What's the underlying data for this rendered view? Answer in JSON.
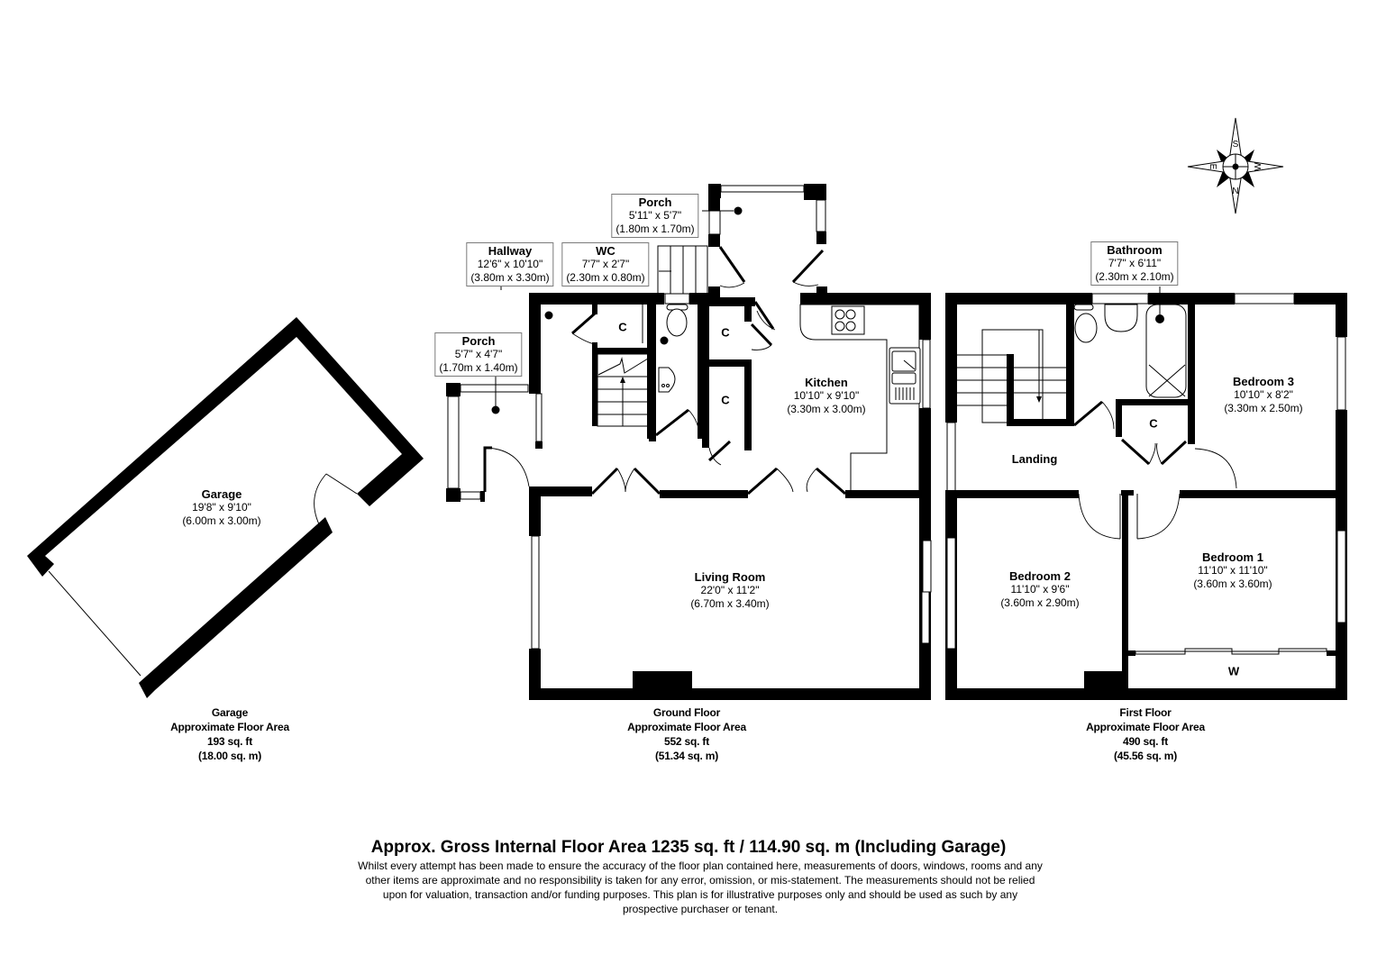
{
  "compass": {
    "north": "N",
    "south": "S",
    "east": "E",
    "west": "W"
  },
  "garage": {
    "room": {
      "name": "Garage",
      "imperial": "19'8\" x 9'10\"",
      "metric": "(6.00m x 3.00m)"
    },
    "area": {
      "title": "Garage",
      "subtitle": "Approximate Floor Area",
      "sqft": "193 sq. ft",
      "sqm": "(18.00 sq. m)"
    }
  },
  "ground_floor": {
    "rooms": {
      "porch_front": {
        "name": "Porch",
        "imperial": "5'11\" x 5'7\"",
        "metric": "(1.80m x 1.70m)"
      },
      "hallway": {
        "name": "Hallway",
        "imperial": "12'6\" x 10'10\"",
        "metric": "(3.80m x 3.30m)"
      },
      "wc": {
        "name": "WC",
        "imperial": "7'7\" x 2'7\"",
        "metric": "(2.30m x 0.80m)"
      },
      "porch_side": {
        "name": "Porch",
        "imperial": "5'7\" x 4'7\"",
        "metric": "(1.70m x 1.40m)"
      },
      "kitchen": {
        "name": "Kitchen",
        "imperial": "10'10\" x 9'10\"",
        "metric": "(3.30m x 3.00m)"
      },
      "living_room": {
        "name": "Living Room",
        "imperial": "22'0\" x 11'2\"",
        "metric": "(6.70m x 3.40m)"
      }
    },
    "cupboards": [
      "C",
      "C",
      "C"
    ],
    "area": {
      "title": "Ground Floor",
      "subtitle": "Approximate Floor Area",
      "sqft": "552 sq. ft",
      "sqm": "(51.34 sq. m)"
    }
  },
  "first_floor": {
    "rooms": {
      "bathroom": {
        "name": "Bathroom",
        "imperial": "7'7\" x 6'11\"",
        "metric": "(2.30m x 2.10m)"
      },
      "bedroom3": {
        "name": "Bedroom 3",
        "imperial": "10'10\" x 8'2\"",
        "metric": "(3.30m x 2.50m)"
      },
      "landing": {
        "name": "Landing"
      },
      "bedroom2": {
        "name": "Bedroom 2",
        "imperial": "11'10\" x 9'6\"",
        "metric": "(3.60m x 2.90m)"
      },
      "bedroom1": {
        "name": "Bedroom 1",
        "imperial": "11'10\" x 11'10\"",
        "metric": "(3.60m x 3.60m)"
      }
    },
    "cupboard": "C",
    "wardrobe": "W",
    "area": {
      "title": "First Floor",
      "subtitle": "Approximate Floor Area",
      "sqft": "490 sq. ft",
      "sqm": "(45.56 sq. m)"
    }
  },
  "footer": {
    "gross": "Approx. Gross Internal Floor Area 1235 sq. ft / 114.90 sq. m (Including Garage)",
    "disclaimer": "Whilst every attempt has been made to ensure the accuracy of the floor plan contained here, measurements of doors, windows, rooms and any other items are approximate and no responsibility is taken for any error, omission, or mis-statement. The measurements should not be relied upon for valuation, transaction and/or funding purposes. This plan is for illustrative purposes only and should be used as such by any prospective purchaser or tenant."
  }
}
